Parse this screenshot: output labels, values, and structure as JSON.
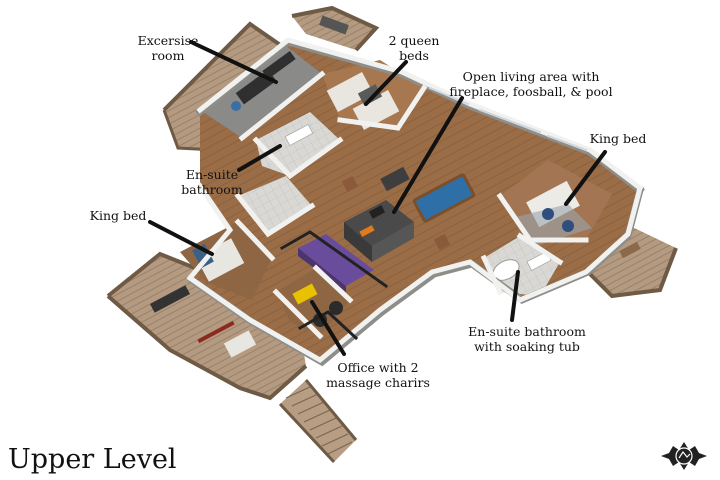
{
  "title": "Upper Level",
  "labels": {
    "exercise_room": [
      "Excersise",
      "room"
    ],
    "queen_beds": [
      "2 queen",
      "beds"
    ],
    "living_area": [
      "Open living area with",
      "fireplace, foosball, & pool"
    ],
    "king_bed_right": [
      "King bed"
    ],
    "ensuite_left": [
      "En-suite",
      "bathroom"
    ],
    "king_bed_left": [
      "King bed"
    ],
    "ensuite_right": [
      "En-suite bathroom",
      "with soaking tub"
    ],
    "office": [
      "Office with 2",
      "massage charirs"
    ]
  },
  "colors": {
    "wall": "#f1f1ef",
    "wall_shadow": "#8d8d8a",
    "wood_floor": "#9a6d47",
    "deck": "#b49a80",
    "pointer": "#111111",
    "accent_yellow": "#e8c200",
    "accent_purple": "#6a4c9c",
    "pool_table": "#2f6fa8"
  }
}
